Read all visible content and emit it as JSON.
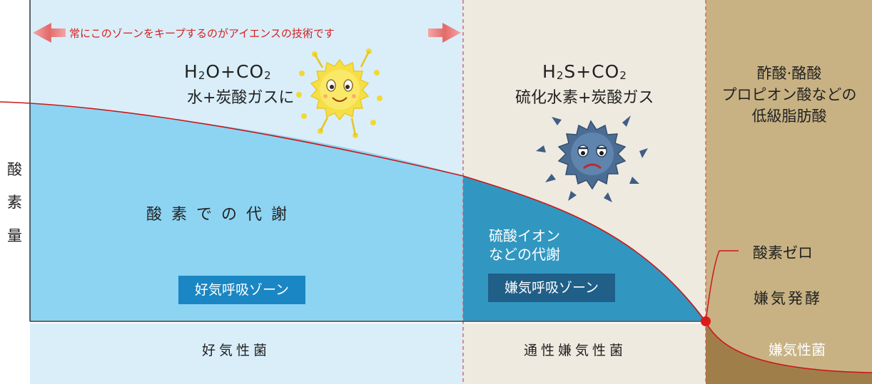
{
  "header_arrow": {
    "text": "常にこのゾーンをキープするのがアイエンスの技術です"
  },
  "y_axis": {
    "label_chars": [
      "酸",
      "素",
      "量"
    ]
  },
  "zones": {
    "aerobic": {
      "formula": {
        "p1": "H",
        "s1": "2",
        "p2": "O+CO",
        "s2": "2"
      },
      "subtitle": "水+炭酸ガスに",
      "metabolism": "酸素での代謝",
      "badge": "好気呼吸ゾーン",
      "bottom": "好気性菌"
    },
    "facultative": {
      "formula": {
        "p1": "H",
        "s1": "2",
        "p2": "S+CO",
        "s2": "2"
      },
      "subtitle": "硫化水素+炭酸ガス",
      "metabolism_line1": "硫酸イオン",
      "metabolism_line2": "などの代謝",
      "badge": "嫌気呼吸ゾーン",
      "bottom": "通性嫌気性菌"
    },
    "anaerobic": {
      "line1": "酢酸·酪酸",
      "line2": "プロピオン酸などの",
      "line3": "低級脂肪酸",
      "oxygen_zero": "酸素ゼロ",
      "fermentation": "嫌気発酵",
      "bottom": "嫌気性菌"
    }
  },
  "colors": {
    "aerobic_bg": "#d9eef9",
    "aerobic_fill": "#8dd4f2",
    "facultative_bg": "#efeae0",
    "facultative_fill": "#3197c1",
    "anaerobic_bg": "#c8b283",
    "anaerobic_fill": "#a07e4a",
    "curve": "#cc1818",
    "badge_aerobic": "#1a87c4",
    "badge_facultative": "#1f5f88"
  },
  "icons": {
    "happy": "happy-microbe-icon",
    "sad": "sad-microbe-icon"
  }
}
